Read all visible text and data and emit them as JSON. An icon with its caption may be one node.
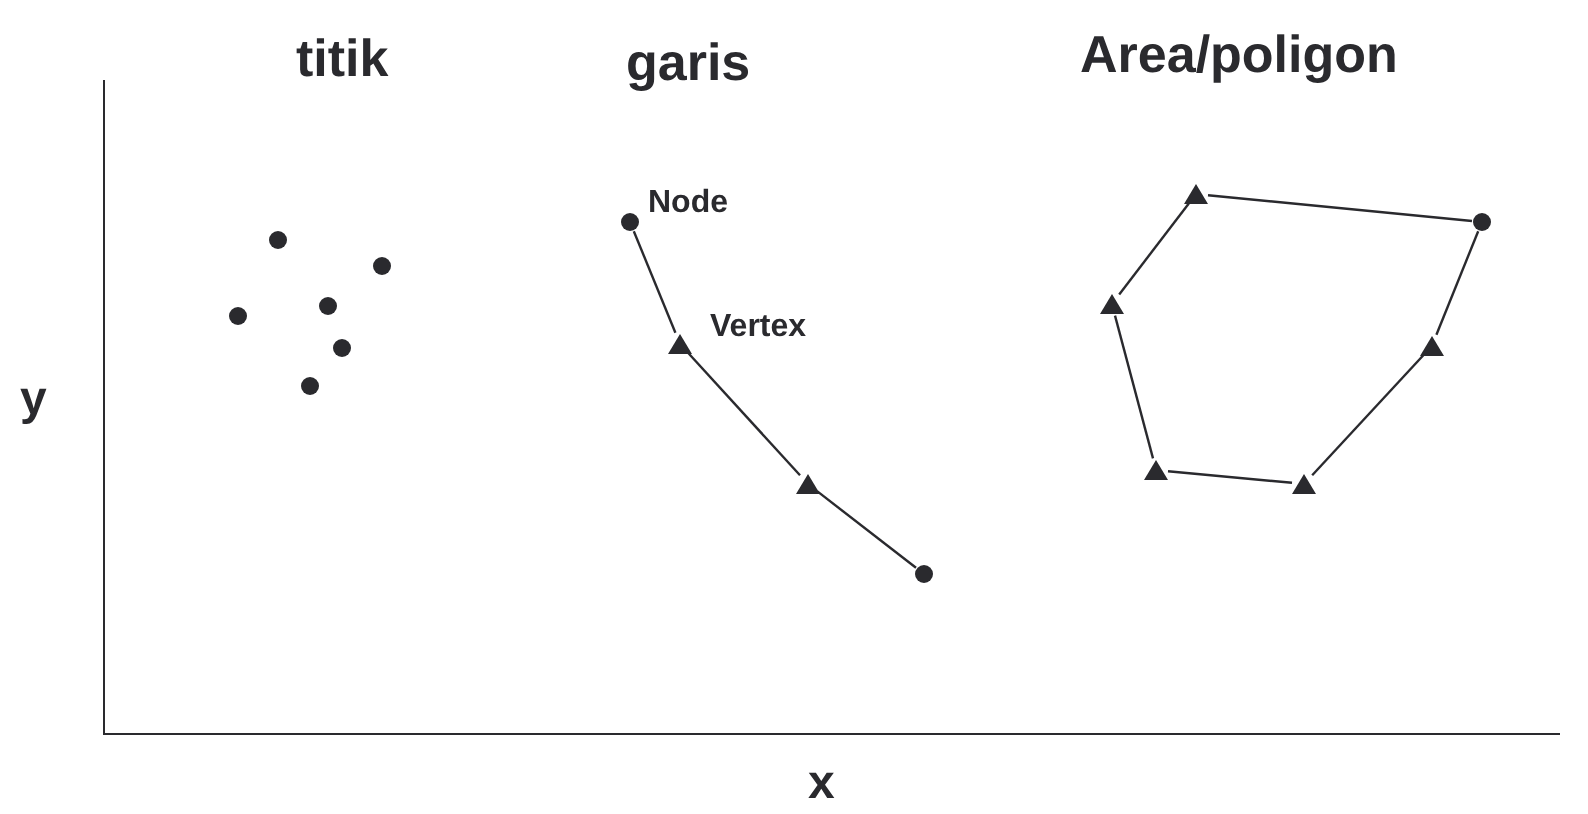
{
  "diagram": {
    "nodes": [
      {
        "text": [],
        "shape": "circle"
      },
      {
        "text": [],
        "shape": "circle"
      },
      {
        "text": [],
        "shape": "circle"
      },
      {
        "text": [],
        "shape": "circle"
      },
      {
        "text": [],
        "shape": "circle"
      },
      {
        "text": [],
        "shape": "circle"
      },
      {
        "text": [],
        "shape": "circle",
        "beside": [
          "Node"
        ]
      },
      {
        "text": [],
        "shape": "triangle",
        "beside": [
          "Vertex"
        ]
      },
      {
        "text": [],
        "shape": "triangle"
      },
      {
        "text": [],
        "shape": "circle"
      },
      {
        "text": [],
        "shape": "triangle"
      },
      {
        "text": [],
        "shape": "circle"
      },
      {
        "text": [],
        "shape": "triangle"
      },
      {
        "text": [],
        "shape": "triangle"
      },
      {
        "text": [],
        "shape": "triangle"
      },
      {
        "text": [],
        "shape": "triangle"
      }
    ],
    "edges": [
      {
        "from": 6,
        "to": 7,
        "arrow": "none"
      },
      {
        "from": 7,
        "to": 8,
        "arrow": "none"
      },
      {
        "from": 8,
        "to": 9,
        "arrow": "none"
      },
      {
        "from": 10,
        "to": 11,
        "arrow": "none"
      },
      {
        "from": 11,
        "to": 12,
        "arrow": "none"
      },
      {
        "from": 12,
        "to": 13,
        "arrow": "none"
      },
      {
        "from": 13,
        "to": 14,
        "arrow": "none"
      },
      {
        "from": 14,
        "to": 15,
        "arrow": "none"
      },
      {
        "from": 15,
        "to": 10,
        "arrow": "none"
      }
    ],
    "labels": [
      "titik",
      "garis",
      "Area/poligon",
      "y",
      "x"
    ]
  }
}
